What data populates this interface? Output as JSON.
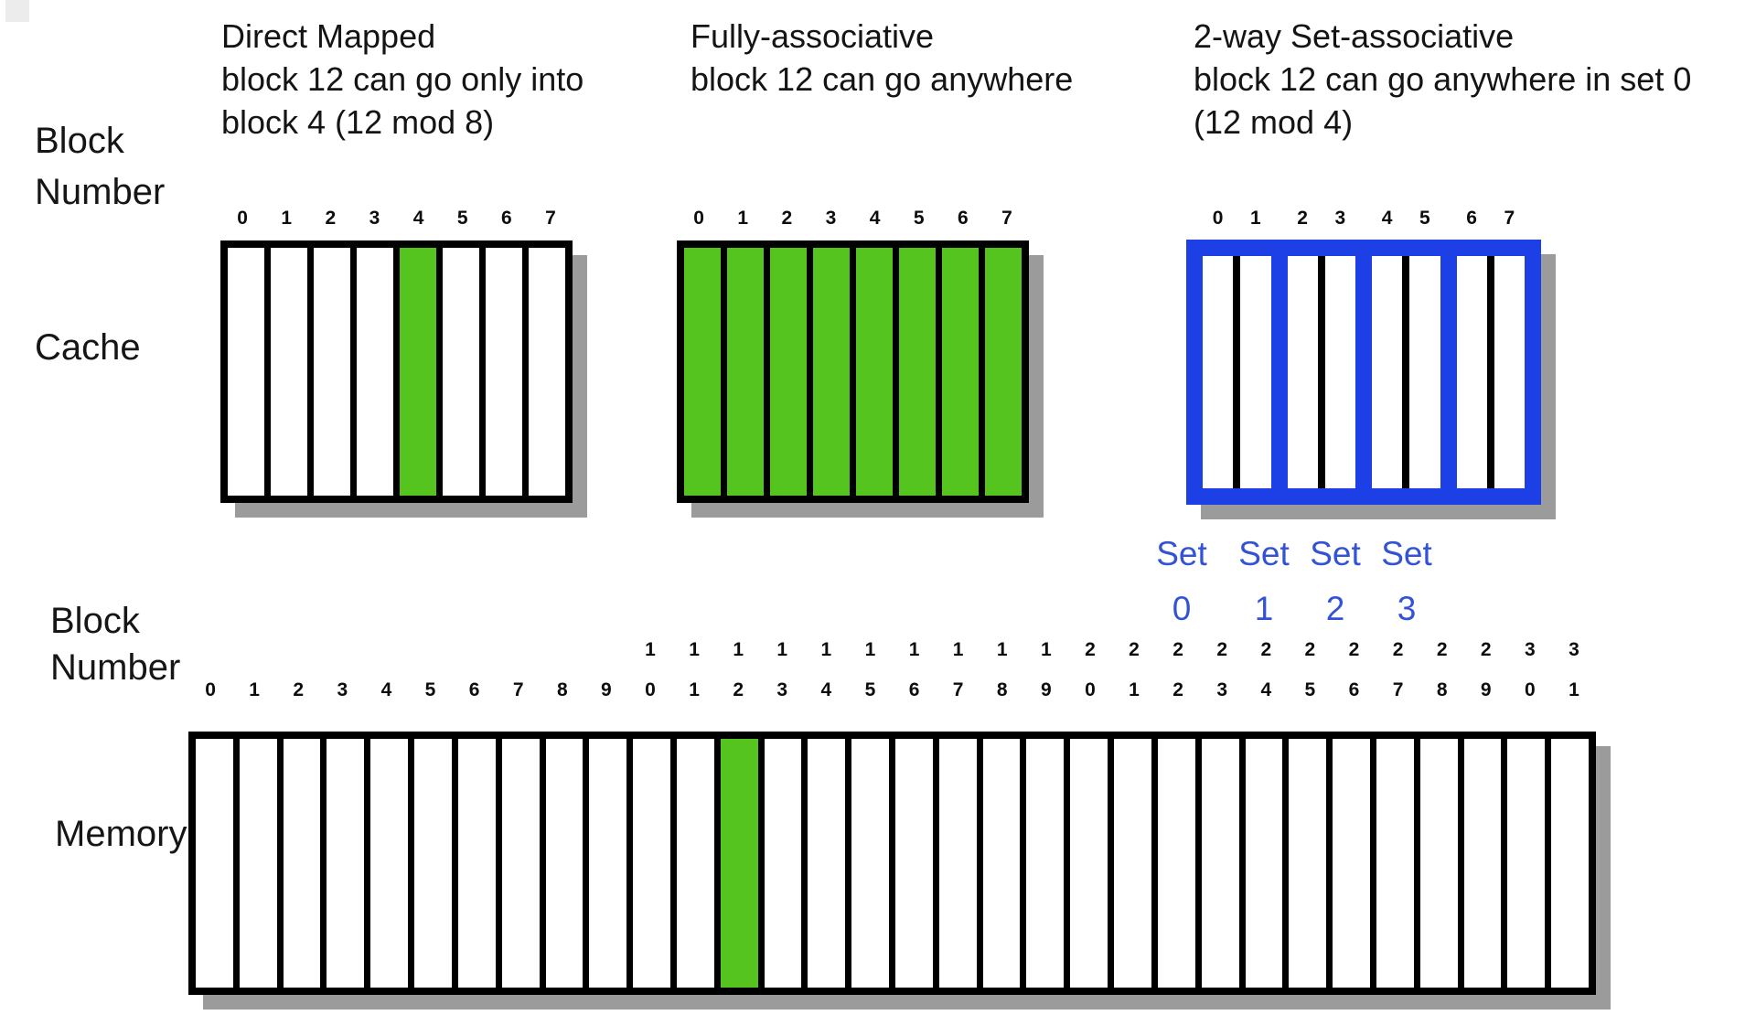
{
  "colors": {
    "highlight_green": "#56C41E",
    "set_frame_blue": "#1C40E6",
    "set_label_blue": "#3353D6",
    "shadow_gray": "#9B9B9B",
    "block_border": "#000000"
  },
  "labels": {
    "block_number_top": [
      "Block",
      "Number"
    ],
    "cache": "Cache",
    "block_number_bottom": [
      "Block",
      "Number"
    ],
    "memory": "Memory"
  },
  "direct_mapped": {
    "title_lines": [
      "Direct Mapped",
      "block 12 can go only into",
      "block 4 (12 mod 8)"
    ],
    "block_numbers": [
      "0",
      "1",
      "2",
      "3",
      "4",
      "5",
      "6",
      "7"
    ],
    "highlighted_blocks": [
      4
    ]
  },
  "fully_associative": {
    "title_lines": [
      "Fully-associative",
      "block 12 can go anywhere"
    ],
    "block_numbers": [
      "0",
      "1",
      "2",
      "3",
      "4",
      "5",
      "6",
      "7"
    ],
    "highlighted_blocks": [
      0,
      1,
      2,
      3,
      4,
      5,
      6,
      7
    ]
  },
  "set_associative": {
    "title_lines": [
      "2-way Set-associative",
      "block 12 can go anywhere in set 0",
      "(12 mod 4)"
    ],
    "block_numbers": [
      "0",
      "1",
      "2",
      "3",
      "4",
      "5",
      "6",
      "7"
    ],
    "highlighted_blocks": [
      0,
      1
    ],
    "sets": 4,
    "blocks_per_set": 2,
    "set_labels": [
      {
        "word": "Set",
        "num": "0"
      },
      {
        "word": "Set",
        "num": "1"
      },
      {
        "word": "Set",
        "num": "2"
      },
      {
        "word": "Set",
        "num": "3"
      }
    ]
  },
  "memory": {
    "block_numbers": [
      "0",
      "1",
      "2",
      "3",
      "4",
      "5",
      "6",
      "7",
      "8",
      "9",
      "10",
      "11",
      "12",
      "13",
      "14",
      "15",
      "16",
      "17",
      "18",
      "19",
      "20",
      "21",
      "22",
      "23",
      "24",
      "25",
      "26",
      "27",
      "28",
      "29",
      "30",
      "31"
    ],
    "highlighted_blocks": [
      12
    ]
  }
}
